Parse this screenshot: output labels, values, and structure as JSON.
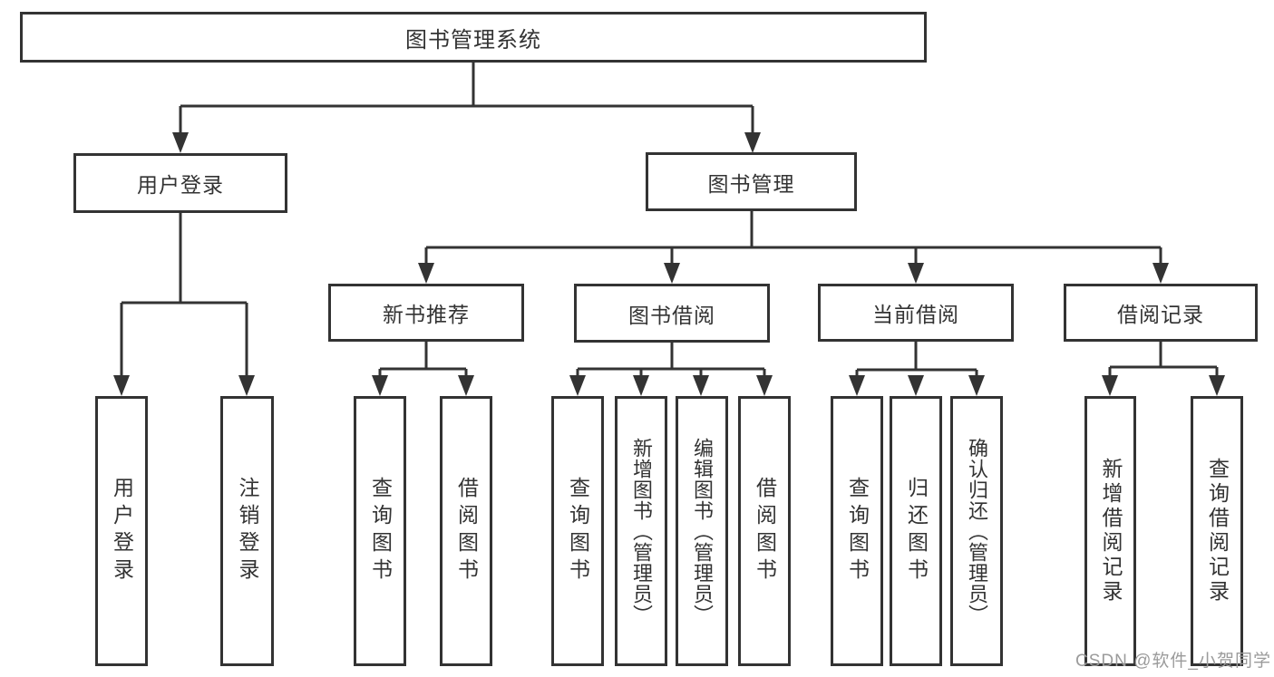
{
  "diagram": {
    "root": {
      "label": "图书管理系统"
    },
    "children": [
      {
        "label": "用户登录",
        "children": [
          {
            "label": "用户登录"
          },
          {
            "label": "注销登录"
          }
        ]
      },
      {
        "label": "图书管理",
        "children": [
          {
            "label": "新书推荐",
            "children": [
              {
                "label": "查询图书"
              },
              {
                "label": "借阅图书"
              }
            ]
          },
          {
            "label": "图书借阅",
            "children": [
              {
                "label": "查询图书"
              },
              {
                "label": "新增图书（管理员）"
              },
              {
                "label": "编辑图书（管理员）"
              },
              {
                "label": "借阅图书"
              }
            ]
          },
          {
            "label": "当前借阅",
            "children": [
              {
                "label": "查询图书"
              },
              {
                "label": "归还图书"
              },
              {
                "label": "确认归还（管理员）"
              }
            ]
          },
          {
            "label": "借阅记录",
            "children": [
              {
                "label": "新增借阅记录"
              },
              {
                "label": "查询借阅记录"
              }
            ]
          }
        ]
      }
    ]
  },
  "watermark": {
    "text": "CSDN @软件_小贺同学"
  },
  "colors": {
    "line": "#333333",
    "box_border": "#333333",
    "text": "#333333",
    "watermark": "#9b9b9b",
    "background": "#ffffff"
  }
}
